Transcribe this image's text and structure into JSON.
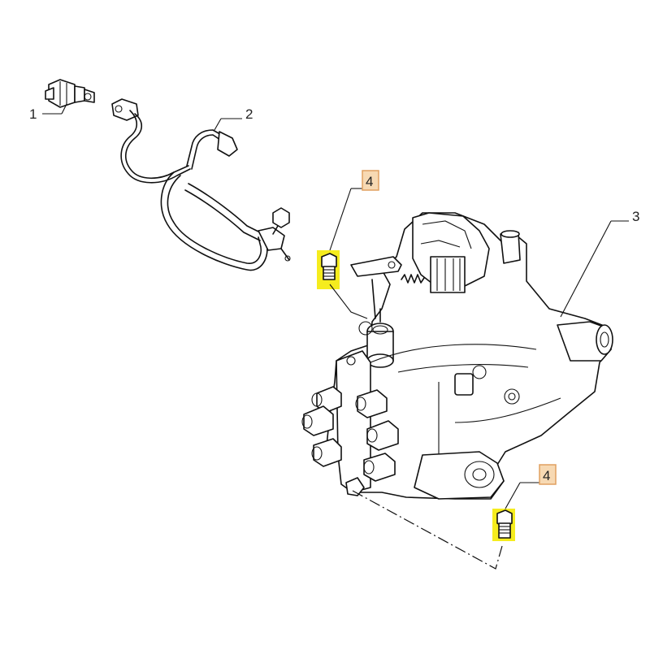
{
  "callouts": {
    "c1": "1",
    "c2": "2",
    "c3": "3",
    "c4a": "4",
    "c4b": "4"
  },
  "colors": {
    "highlight": "#f5ec1e",
    "label_box_fill": "#f7d9b3",
    "label_box_stroke": "#e0a060",
    "line": "#111111"
  }
}
